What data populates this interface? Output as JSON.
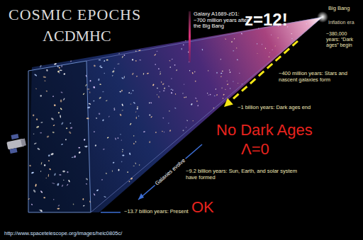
{
  "diagram": {
    "title": "COSMIC EPOCHS",
    "labels": [
      "ΛCDMHC",
      "Galaxy A1689-zD1: ~700 million years after the Big Bang",
      "z=12!",
      "Big Bang",
      "Inflation era",
      "~380,000 years: “Dark ages” begin",
      "~400 million years: Stars and nascent galaxies form",
      "~1 billion years: Dark ages end",
      "No Dark Ages",
      "Λ=0",
      "Galaxies evolve",
      "~9.2 billion years: Sun, Earth, and solar system have formed",
      "~13.7 billion years: Present",
      "OK",
      "http://www.spacetelescope.org/images/heic0805c/"
    ]
  }
}
